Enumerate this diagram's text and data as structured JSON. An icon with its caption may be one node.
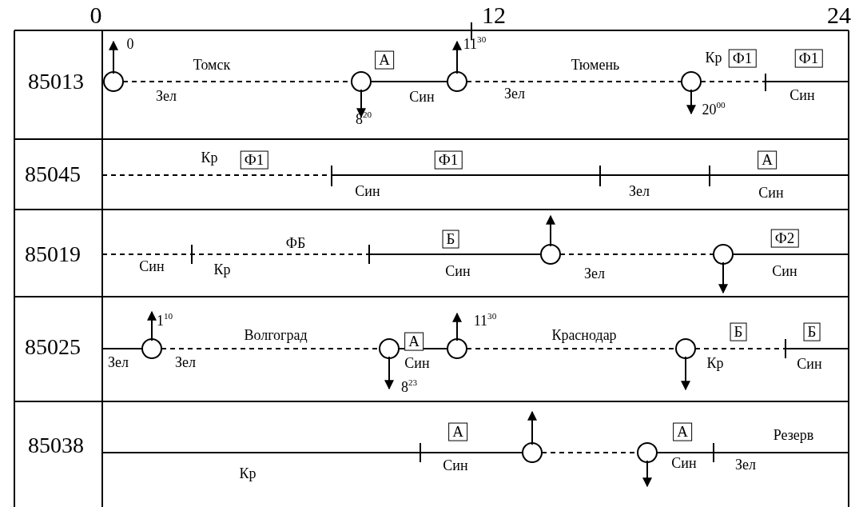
{
  "diagram": {
    "nodes": [
      {
        "text": [
          "А"
        ]
      },
      {
        "text": [
          "Ф1"
        ]
      },
      {
        "text": [
          "Ф1"
        ]
      },
      {
        "text": [
          "Ф1"
        ]
      },
      {
        "text": [
          "Ф1"
        ]
      },
      {
        "text": [
          "А"
        ]
      },
      {
        "text": [
          "Б"
        ]
      },
      {
        "text": [
          "Ф2"
        ]
      },
      {
        "text": [
          "А"
        ]
      },
      {
        "text": [
          "Б"
        ]
      },
      {
        "text": [
          "Б"
        ]
      },
      {
        "text": [
          "А"
        ]
      },
      {
        "text": [
          "А"
        ]
      }
    ],
    "edges": [],
    "labels": [
      "0",
      "12",
      "24",
      "85013",
      "0",
      "Томск",
      "Зел",
      "8$^{20}$",
      "Син",
      "11$^{30}$",
      "Тюмень",
      "Зел",
      "Кр",
      "20$^{00}$",
      "Син",
      "85045",
      "Кр",
      "Син",
      "Зел",
      "Син",
      "85019",
      "Син",
      "ФБ",
      "Кр",
      "Син",
      "Зел",
      "Син",
      "85025",
      "1$^{10}$",
      "Волгоград",
      "Зел",
      "Зел",
      "Син",
      "8$^{23}$",
      "11$^{30}$",
      "Краснодар",
      "Кр",
      "Син",
      "85038",
      "Резерв",
      "Кр",
      "Син",
      "Син",
      "Зел"
    ]
  }
}
